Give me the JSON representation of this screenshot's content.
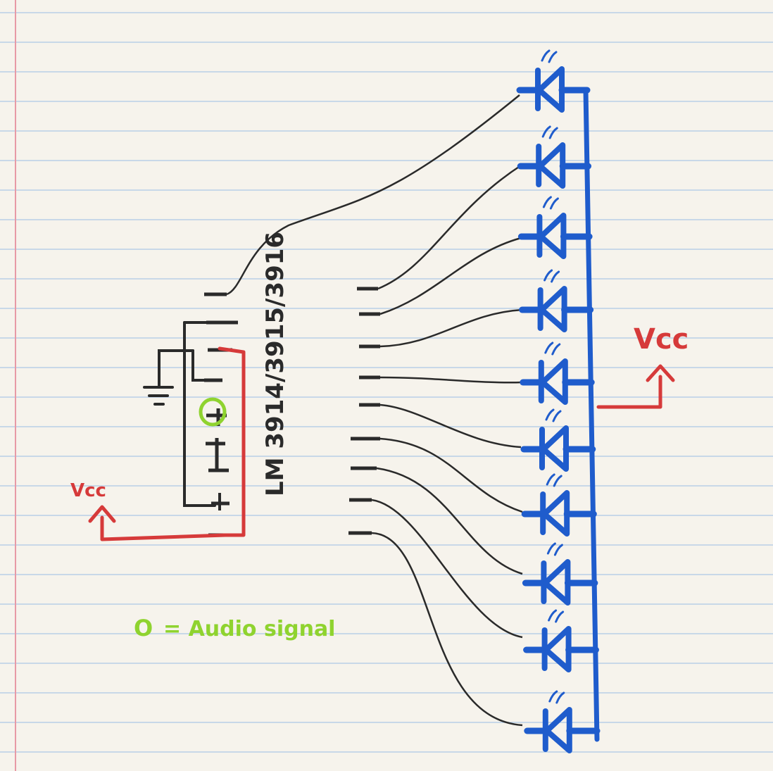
{
  "labels": {
    "vcc_right": "Vcc",
    "vcc_left": "Vcc",
    "chip": "LM 3914/3915/3916",
    "legend_symbol": "O",
    "legend_text": "= Audio signal"
  },
  "colors": {
    "paper": "#f6f3ec",
    "rule": "#b9d0e6",
    "margin": "#e79aa6",
    "led": "#1f5ccc",
    "wire": "#2a2a2a",
    "power": "#d63a3a",
    "signal": "#8fd32f"
  },
  "led_count": 10
}
